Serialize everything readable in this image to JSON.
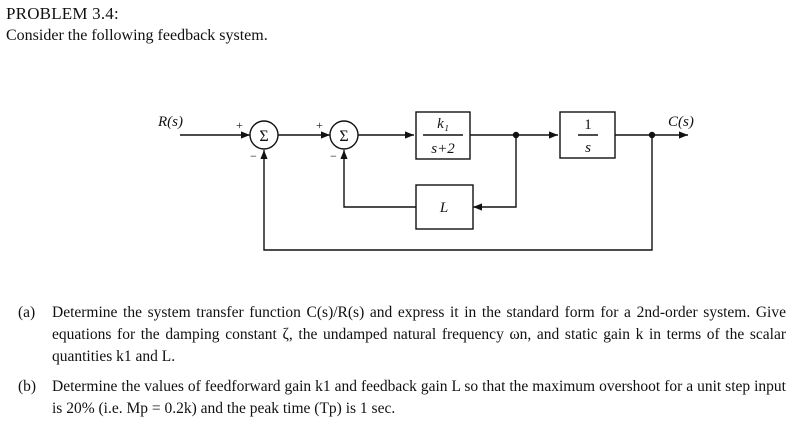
{
  "problem": {
    "title": "PROBLEM 3.4:",
    "intro": "Consider the following feedback system."
  },
  "diagram": {
    "input_label": "R(s)",
    "output_label": "C(s)",
    "sum1": {
      "symbol": "Σ",
      "plus": "+",
      "minus": "−"
    },
    "sum2": {
      "symbol": "Σ",
      "plus": "+",
      "minus": "−"
    },
    "block_forward": {
      "numerator": "k₁",
      "denominator": "s+2"
    },
    "block_integrator": {
      "numerator": "1",
      "denominator": "s"
    },
    "block_feedback": {
      "label": "L"
    }
  },
  "parts": [
    {
      "label": "(a)",
      "text": "Determine the system transfer function C(s)/R(s) and express it in the standard form for a 2nd-order system. Give equations for the damping constant ζ, the undamped natural frequency ωn, and static gain k in terms of the scalar quantities k1 and L."
    },
    {
      "label": "(b)",
      "text": "Determine the values of feedforward gain k1 and feedback gain L so that the maximum overshoot for a unit step input is 20% (i.e. Mp = 0.2k) and the peak time (Tp) is 1 sec."
    }
  ]
}
